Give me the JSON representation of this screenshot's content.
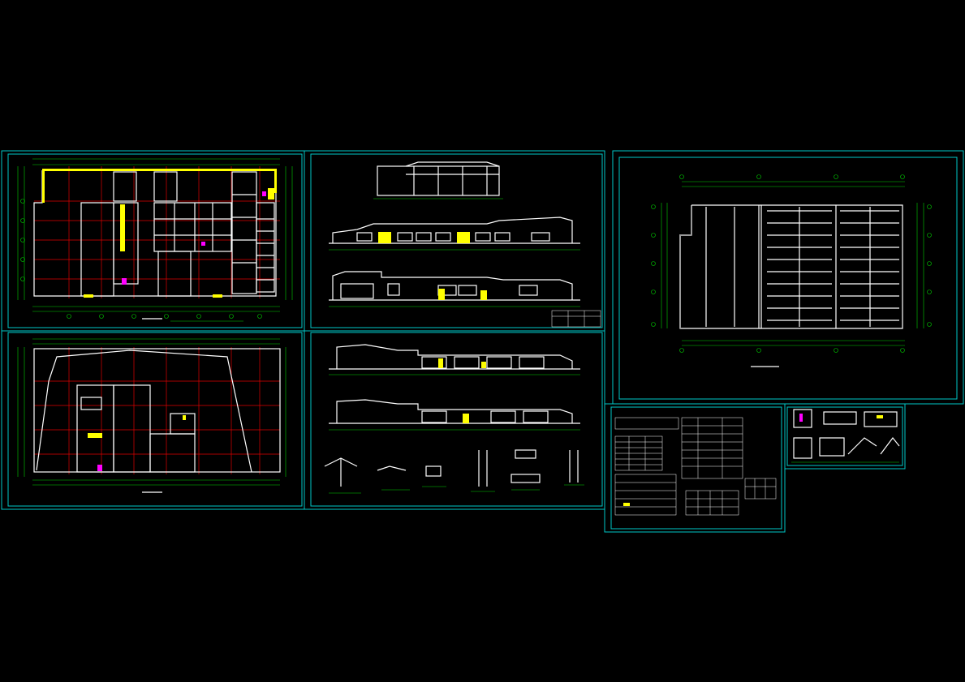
{
  "app": {
    "background": "#000000",
    "frame_color": "#00c8c8"
  },
  "colors": {
    "wall": "#ffffff",
    "grid_line": "#e00000",
    "dimension": "#00d000",
    "highlight": "#ffff00",
    "accent": "#ff00ff",
    "frame": "#00c8c8"
  },
  "sheets": [
    {
      "id": "floor-plan-1",
      "kind": "floor-plan"
    },
    {
      "id": "floor-plan-2",
      "kind": "floor-plan"
    },
    {
      "id": "elevations-1",
      "kind": "elevations"
    },
    {
      "id": "elevations-2",
      "kind": "elevations"
    },
    {
      "id": "roof-plan",
      "kind": "roof-plan"
    },
    {
      "id": "schedules",
      "kind": "schedule-tables"
    },
    {
      "id": "details",
      "kind": "details"
    }
  ]
}
